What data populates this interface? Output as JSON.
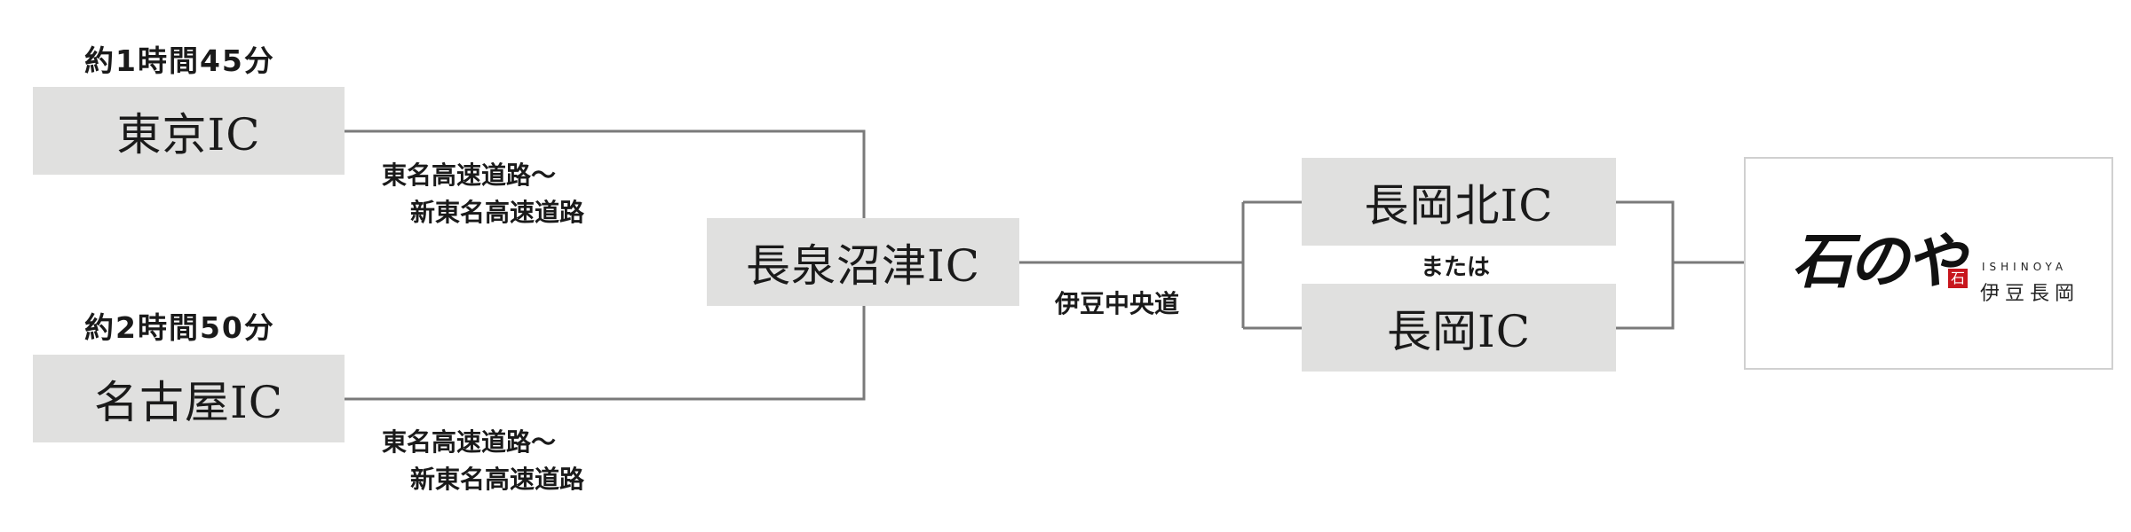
{
  "times": {
    "tokyo": "約1時間45分",
    "nagoya": "約2時間50分"
  },
  "nodes": {
    "tokyo_ic": "東京IC",
    "nagoya_ic": "名古屋IC",
    "nagaizumi_numazu_ic": "長泉沼津IC",
    "nagaoka_kita_ic": "長岡北IC",
    "nagaoka_ic": "長岡IC"
  },
  "routes": {
    "tomei_upper_line1": "東名高速道路〜",
    "tomei_upper_line2": "新東名高速道路",
    "tomei_lower_line1": "東名高速道路〜",
    "tomei_lower_line2": "新東名高速道路",
    "izu_chuo": "伊豆中央道",
    "or": "または"
  },
  "logo": {
    "mark": "石のや",
    "seal": "石",
    "romaji": "ISHINOYA",
    "subtitle": "伊豆長岡"
  },
  "colors": {
    "box_fill": "#e0e0df",
    "line": "#7a7a7a",
    "seal": "#c8161d"
  }
}
